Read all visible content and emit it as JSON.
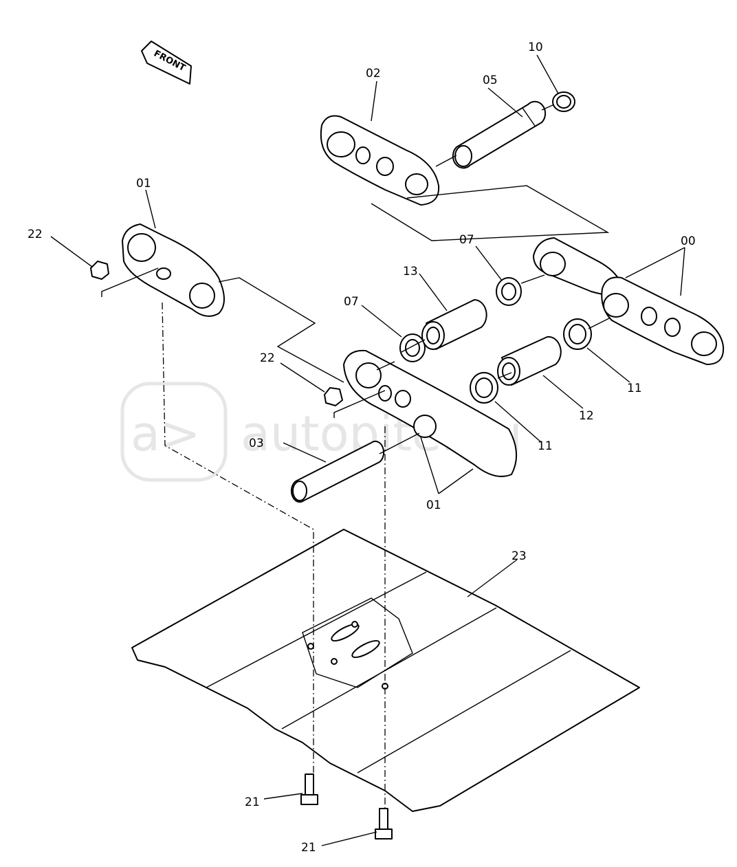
{
  "front_label": "FRONT",
  "watermark": "autopiter.ru",
  "callouts": {
    "c10": "10",
    "c02": "02",
    "c05": "05",
    "c01a": "01",
    "c22a": "22",
    "c07a": "07",
    "c00": "00",
    "c13": "13",
    "c07b": "07",
    "c22b": "22",
    "c11a": "11",
    "c12": "12",
    "c03": "03",
    "c11b": "11",
    "c01b": "01",
    "c23": "23",
    "c21a": "21",
    "c21b": "21"
  }
}
